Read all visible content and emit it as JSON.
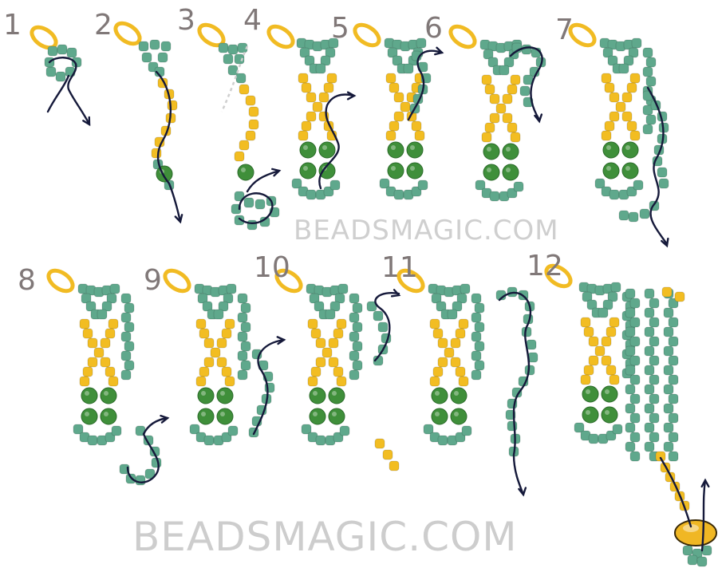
{
  "step_labels": [
    "1",
    "2",
    "3",
    "4",
    "5",
    "6",
    "7",
    "8",
    "9",
    "10",
    "11",
    "12"
  ],
  "watermark": "BEADSMAGIC.COM",
  "colors": {
    "seed_bead_teal": "#5fa88c",
    "seed_bead_yellow": "#f2bd22",
    "round_bead_green": "#3f8f3a",
    "clasp_ring": "#f1bb23",
    "thread_path": "#15193a",
    "label_gray": "#807878",
    "watermark_gray": "#cfcfcf"
  }
}
